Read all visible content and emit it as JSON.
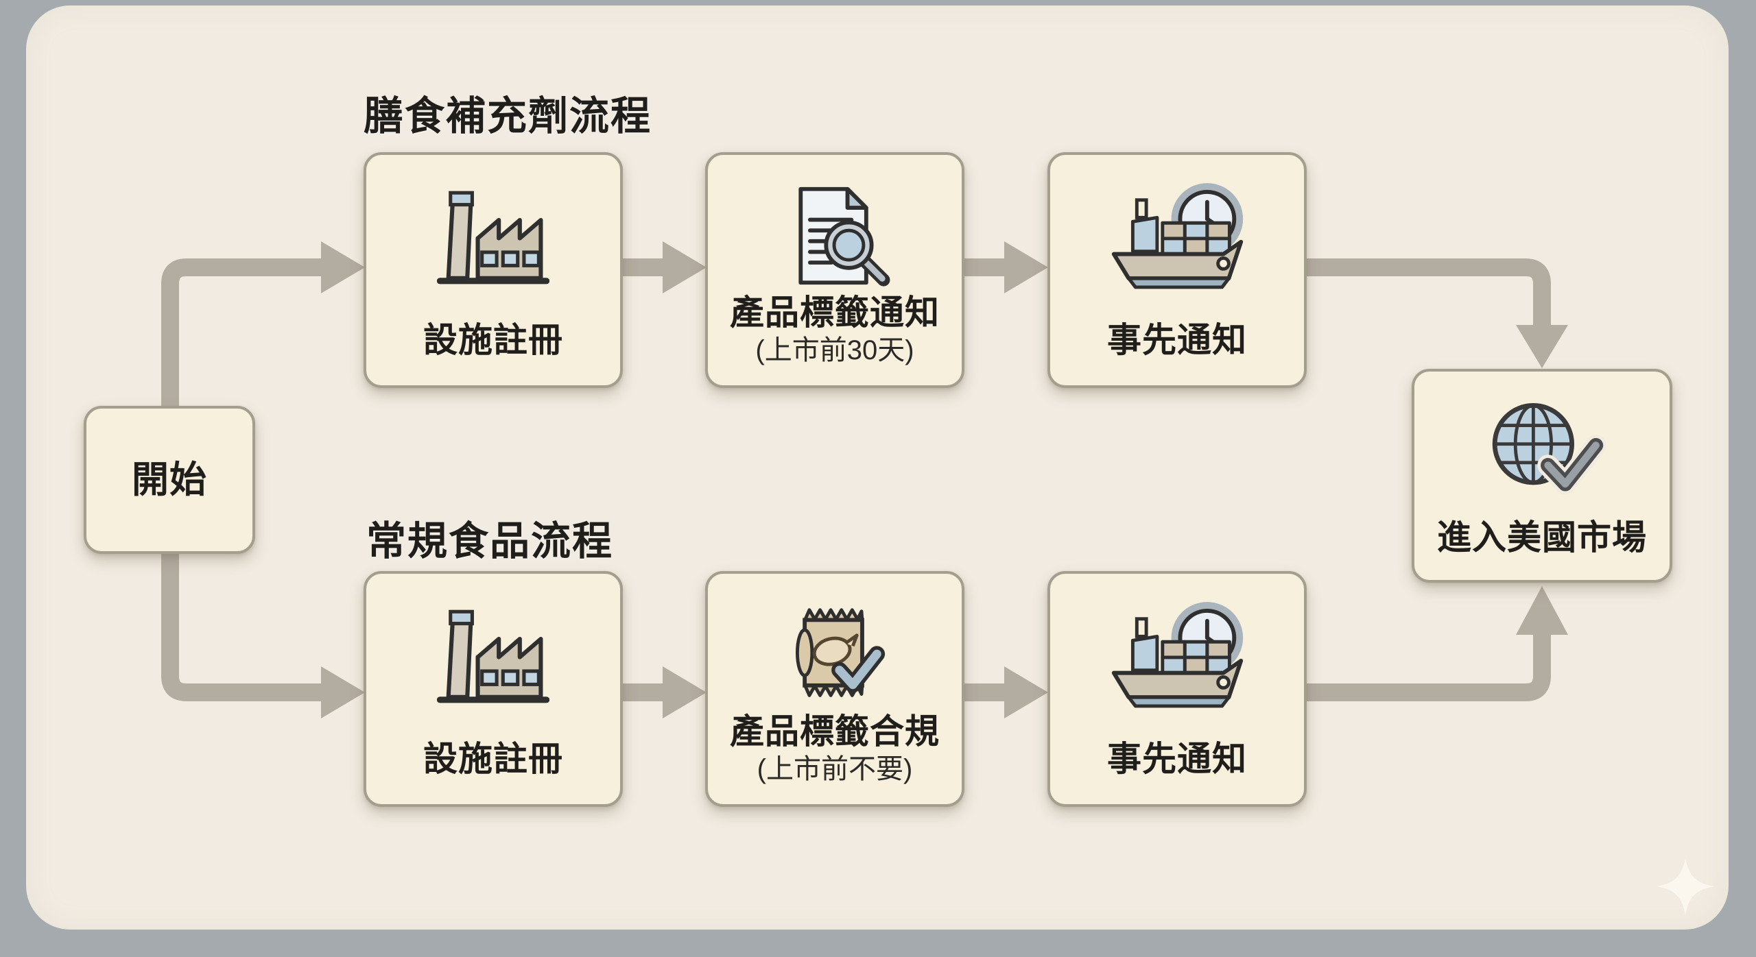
{
  "diagram": {
    "type": "flowchart",
    "start": {
      "label": "開始"
    },
    "end": {
      "label": "進入美國市場",
      "icon": "globe-check-icon"
    },
    "flows": [
      {
        "id": "supplement",
        "title": "膳食補充劑流程",
        "steps": [
          {
            "label": "設施註冊",
            "icon": "factory-icon"
          },
          {
            "label": "產品標籤通知",
            "sublabel": "(上市前30天)",
            "icon": "document-search-icon"
          },
          {
            "label": "事先通知",
            "icon": "ship-clock-icon"
          }
        ]
      },
      {
        "id": "regular",
        "title": "常規食品流程",
        "steps": [
          {
            "label": "設施註冊",
            "icon": "factory-icon"
          },
          {
            "label": "產品標籤合規",
            "sublabel": "(上市前不要)",
            "icon": "package-check-icon"
          },
          {
            "label": "事先通知",
            "icon": "ship-clock-icon"
          }
        ]
      }
    ],
    "decorations": {
      "sparkle": "sparkle-icon"
    }
  },
  "palette": {
    "frame_gray": "#a5aaaf",
    "panel_cream": "#f1ebe1",
    "node_fill": "#f7f0dd",
    "node_border": "#a39e8e",
    "arrow": "#b3aca0",
    "text": "#201e1b",
    "icon_outline": "#2f2f2f",
    "icon_tan": "#cdc5b2",
    "icon_blue": "#bcd1df",
    "icon_bag_tan": "#dbcaa9",
    "check_blue": "#a9bfcd",
    "check_gray": "#9aa1a6"
  }
}
